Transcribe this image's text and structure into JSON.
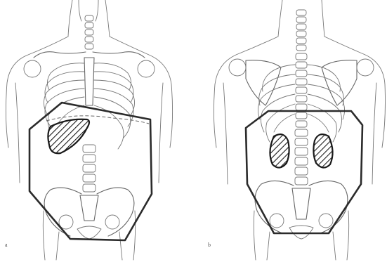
{
  "figure": {
    "panels": [
      {
        "id": "a",
        "label": "a",
        "view": "anterior",
        "highlighted_organ": "liver-icon"
      },
      {
        "id": "b",
        "label": "b",
        "view": "posterior",
        "highlighted_organ": "kidneys-icon"
      }
    ],
    "colors": {
      "line": "#777777",
      "field_outline": "#2b2b2b",
      "organ_outline": "#1a1a1a",
      "background": "#ffffff"
    }
  }
}
